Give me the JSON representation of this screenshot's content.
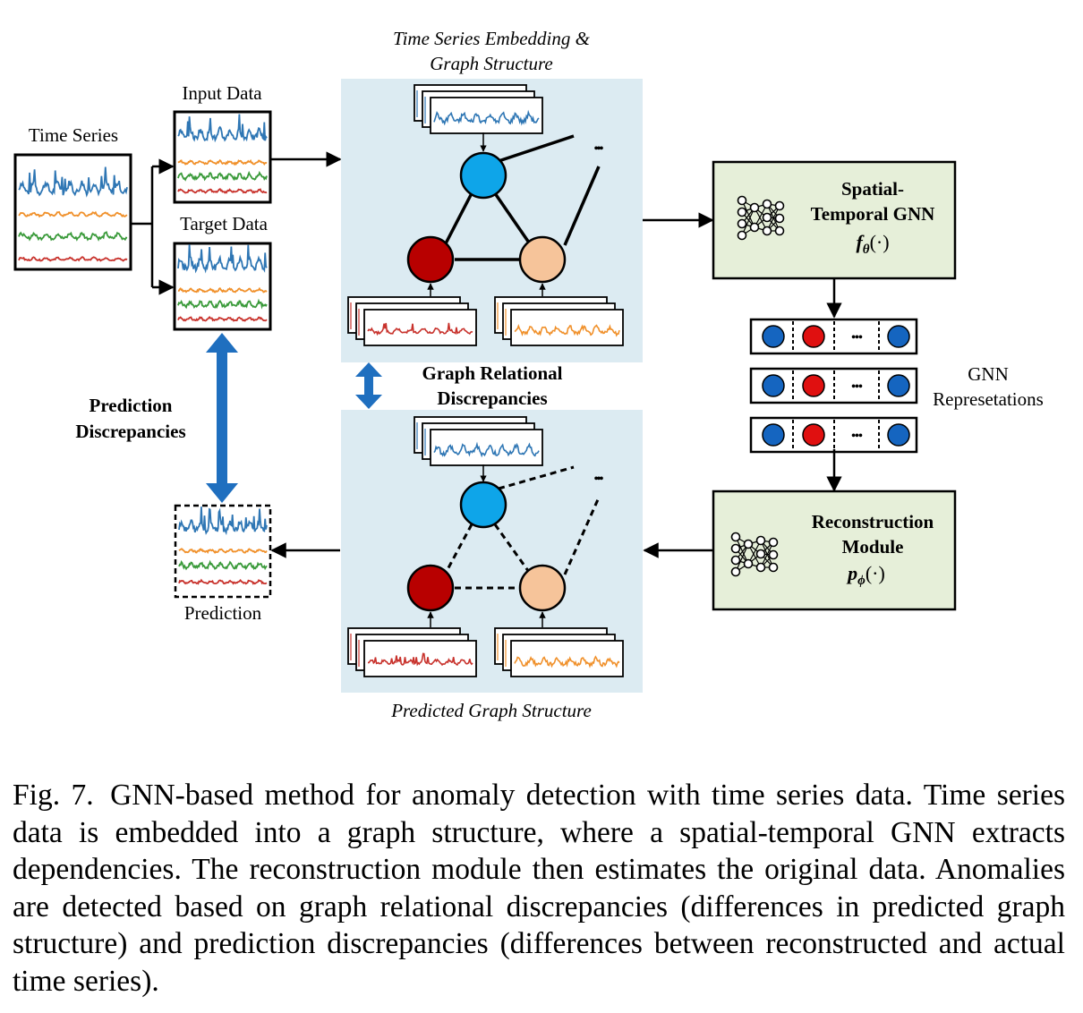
{
  "labels": {
    "time_series": "Time Series",
    "input_data": "Input Data",
    "target_data": "Target Data",
    "prediction": "Prediction",
    "prediction_discrepancies_1": "Prediction",
    "prediction_discrepancies_2": "Discrepancies",
    "embedding_title_1": "Time Series Embedding &",
    "embedding_title_2": "Graph Structure",
    "graph_relational_1": "Graph Relational",
    "graph_relational_2": "Discrepancies",
    "predicted_graph": "Predicted Graph Structure",
    "st_gnn_1": "Spatial-",
    "st_gnn_2": "Temporal GNN",
    "recon_1": "Reconstruction",
    "recon_2": "Module",
    "gnn_reps_1": "GNN",
    "gnn_reps_2": "Represetations",
    "ellipsis": "…",
    "dots": "•••"
  },
  "math": {
    "f_theta_base": "f",
    "f_theta_sub": "θ",
    "f_theta_arg": "(·)",
    "p_phi_base": "p",
    "p_phi_sub": "ϕ",
    "p_phi_arg": "(·)"
  },
  "caption": {
    "lead": "Fig. 7.",
    "text": "GNN-based method for anomaly detection with time series data. Time series data is embedded into a graph structure, where a spatial-temporal GNN extracts dependencies. The reconstruction module then estimates the original data. Anomalies are detected based on graph relational discrepancies (differences in predicted graph structure) and prediction discrepancies (differences between reconstructed and actual time series)."
  },
  "colors": {
    "series_blue": "#2e76b4",
    "series_orange": "#f0902a",
    "series_green": "#3a9a3a",
    "series_red": "#c8322c",
    "node_blue": "#0ea5e9",
    "node_darkred": "#b80000",
    "node_peach": "#f6c49a",
    "panel_bg": "#dcebf2",
    "module_bg": "#e6efd9",
    "arrow_blue": "#1f6fbf",
    "rep_blue": "#1565c0",
    "rep_red": "#e01010"
  },
  "icons": [
    "neural-network-icon"
  ]
}
